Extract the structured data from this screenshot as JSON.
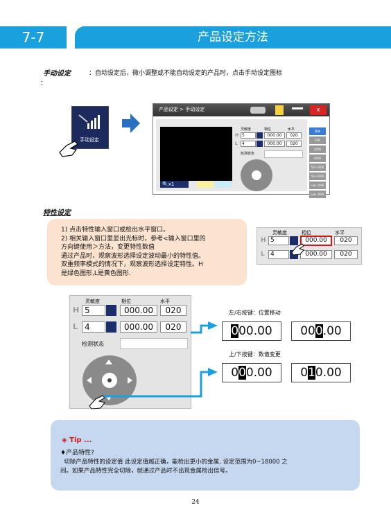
{
  "header": {
    "number": "7-7",
    "title": "产品设定方法"
  },
  "manual": {
    "heading": "手动设定",
    "text": "：自动设定后，微小调整或不能自动设定的产品时，点击手动设定图标",
    "colon_line": "：",
    "icon_label": "手动设定"
  },
  "screen": {
    "title": "产品设定 > 手动设定",
    "close": "x",
    "col_sensitivity": "灵敏度",
    "col_phase": "相位",
    "col_level": "水平",
    "row_h": "H",
    "row_l": "L",
    "h_sens": "5",
    "l_sens": "4",
    "h_phase": "000.00",
    "l_phase": "000.00",
    "h_level": "020",
    "l_level": "020",
    "detect_state": "检测状态",
    "zoom": "x1",
    "side_buttons": [
      "简单",
      "50K",
      "200K",
      "400K",
      "50+200K",
      "50+400K",
      "Low 200K",
      "Low 400K"
    ]
  },
  "feature": {
    "heading": "特性设定",
    "lines": [
      "1) 点击特性输入窗口或检出水平窗口。",
      "2) 相关输入窗口里显出光标时，参考<输入窗口里的",
      "方向键使用＞方法，变更特性数值",
      "通过产品时，观察波形选择设定波动最小的特性值。",
      "双重频率模式的情况下，观察波形选择设定特性。H",
      "是绿色图形,L是黄色图形."
    ]
  },
  "small_panel": {
    "col_sensitivity": "灵敏度",
    "col_phase": "相位",
    "col_level": "水平",
    "row_h": "H",
    "row_l": "L",
    "h_sens": "5",
    "l_sens": "4",
    "h_phase": "000.00",
    "l_phase": "000.00",
    "h_level": "020",
    "l_level": "020"
  },
  "big_panel": {
    "col_sensitivity": "灵敏度",
    "col_phase": "相位",
    "col_level": "水平",
    "row_h": "H",
    "row_l": "L",
    "h_sens": "5",
    "l_sens": "4",
    "h_phase": "000.00",
    "l_phase": "000.00",
    "h_level": "020",
    "l_level": "020",
    "detect_state": "检测状态"
  },
  "demo": {
    "lr_label": "左/右按键：位置移动",
    "ud_label": "上/下按键：数值变更",
    "lr_a_pre": "0",
    "lr_a_hl": "0",
    "lr_a_post": "0.00",
    "lr_b_pre": "00",
    "lr_b_hl": "0",
    "lr_b_post": ".00",
    "ud_a_pre": "0",
    "ud_a_hl": "0",
    "ud_a_post": "0.00",
    "ud_b_pre": "0",
    "ud_b_hl": "1",
    "ud_b_post": "0.00"
  },
  "tip": {
    "title": "◈ Tip ...",
    "q": "♦产品特性?",
    "line1": "  切除产品特性的设定值 此设定值越正确，能检出更小的金属, 设定范围为0~18000 之",
    "line2": "间。如果产品特性完全切除，就通过产品时不出现金属检出信号。"
  },
  "page_number": "24",
  "colors": {
    "header_blue": "#1aa0dc",
    "callout": "#fbe3d0",
    "tip_bg": "#c5d8ef",
    "highlight_red": "#e01010"
  }
}
